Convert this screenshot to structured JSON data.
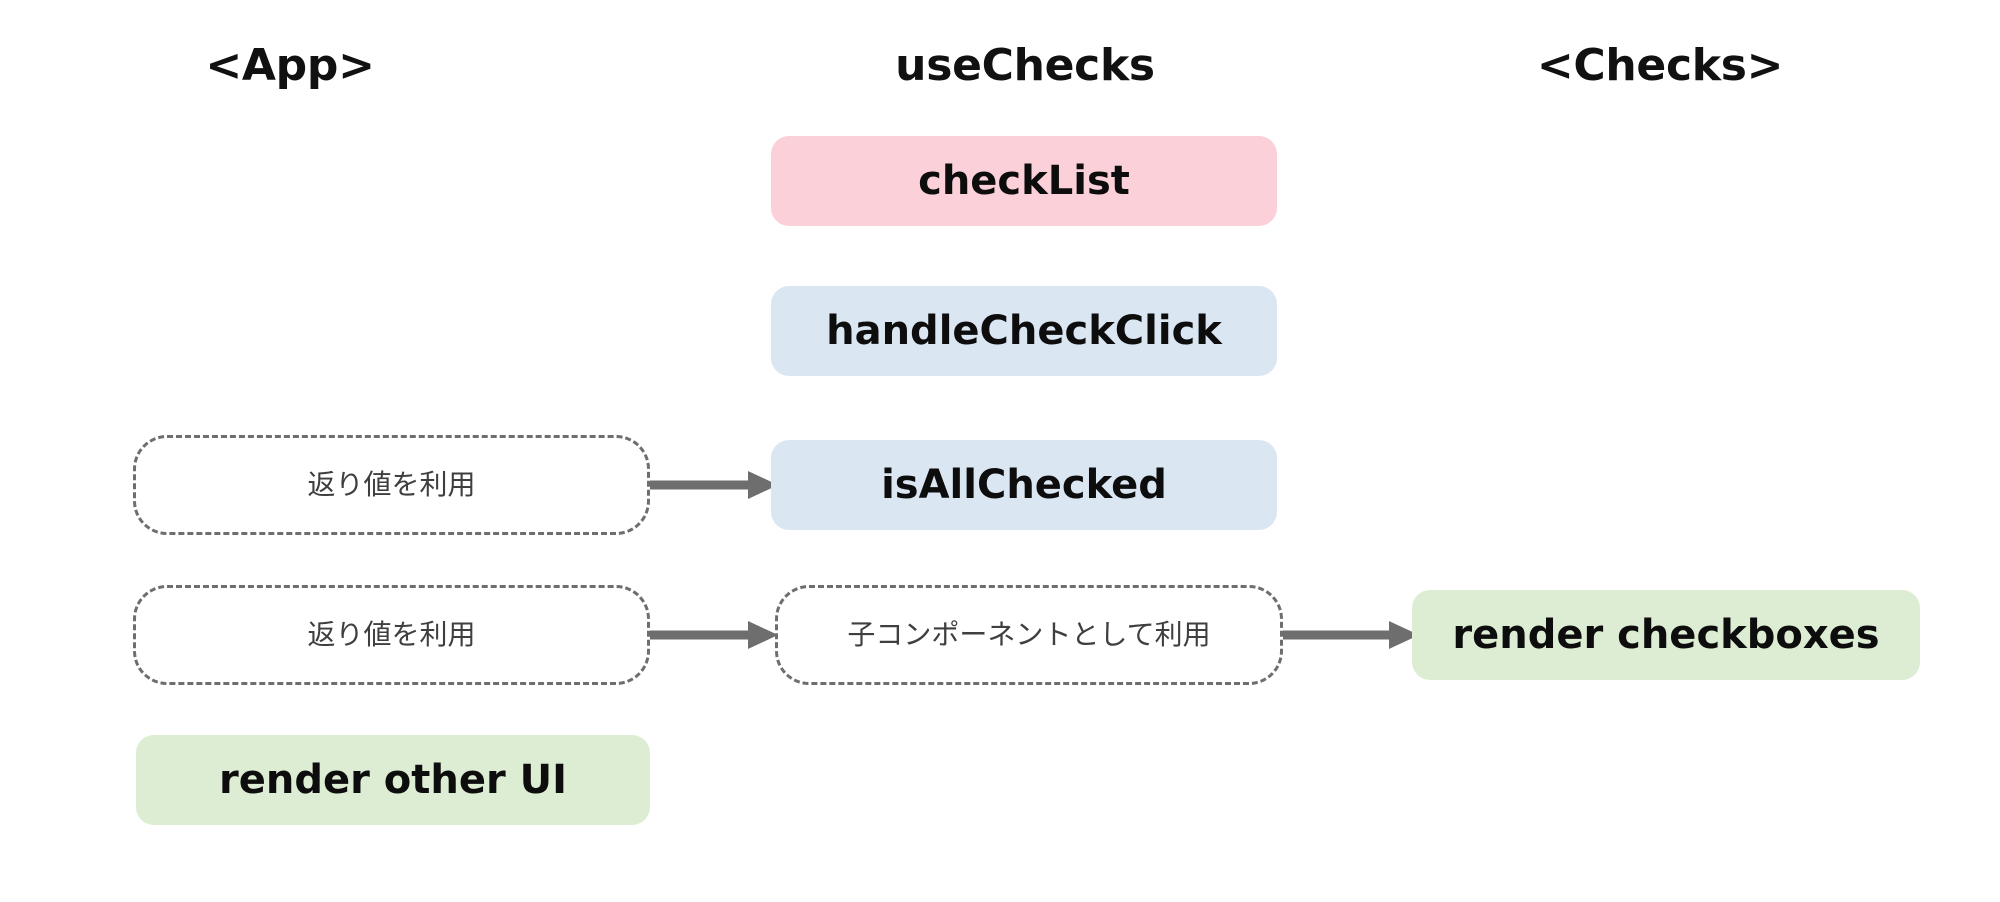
{
  "diagram": {
    "title_columns": [
      {
        "id": "app",
        "label": "<App>"
      },
      {
        "id": "hook",
        "label": "useChecks"
      },
      {
        "id": "checks",
        "label": "<Checks>"
      }
    ],
    "colors": {
      "state_pink": "#fbd0d9",
      "handler_blue": "#dbe6f3",
      "render_green": "#ddedd3",
      "arrow_gray": "#6e6e6e",
      "dashed_border_gray": "#6e6e6e",
      "note_text_gray": "#3f3f3f",
      "background": "#ffffff",
      "heading_text": "#111111"
    },
    "nodes": {
      "check_list": "checkList",
      "handle_check_click": "handleCheckClick",
      "is_all_checked": "isAllChecked",
      "render_checkboxes": "render checkboxes",
      "render_other_ui": "render other UI"
    },
    "notes": {
      "use_return_value_1": "返り値を利用",
      "use_return_value_2": "返り値を利用",
      "use_as_child_component": "子コンポーネントとして利用"
    },
    "arrows": [
      {
        "id": "arrow-returnvalue-to-isallchecked",
        "from": "use_return_value_1",
        "to": "is_all_checked"
      },
      {
        "id": "arrow-returnvalue-to-childcomponent",
        "from": "use_return_value_2",
        "to": "use_as_child_component"
      },
      {
        "id": "arrow-childcomponent-to-rendercheckboxes",
        "from": "use_as_child_component",
        "to": "render_checkboxes"
      }
    ]
  }
}
